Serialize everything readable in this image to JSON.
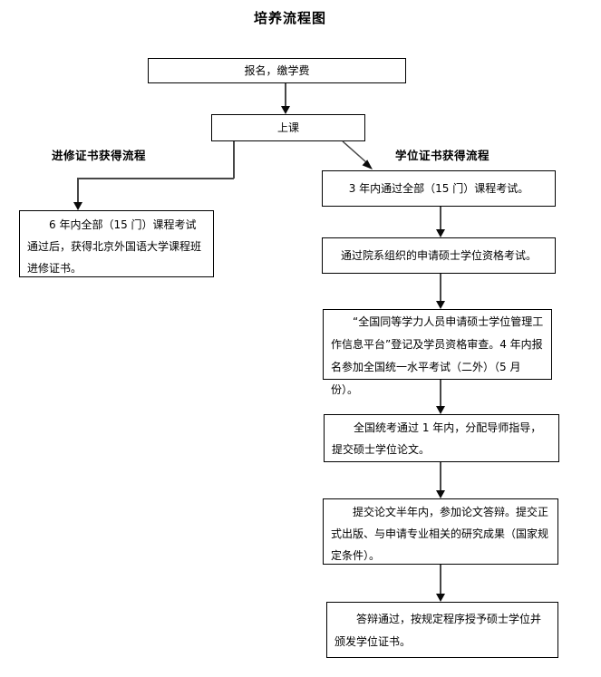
{
  "diagram": {
    "title": "培养流程图",
    "top_nodes": {
      "enroll": "报名，缴学费",
      "attend_class": "上课"
    },
    "branch_labels": {
      "left": "进修证书获得流程",
      "right": "学位证书获得流程"
    },
    "left_branch": {
      "cert_box": "6 年内全部（15 门）课程考试通过后，获得北京外国语大学课程班进修证书。"
    },
    "right_branch": {
      "steps": [
        "3 年内通过全部（15 门）课程考试。",
        "通过院系组织的申请硕士学位资格考试。",
        "“全国同等学力人员申请硕士学位管理工作信息平台”登记及学员资格审查。4 年内报名参加全国统一水平考试（二外）（5 月份）。",
        "全国统考通过 1 年内，分配导师指导，提交硕士学位论文。",
        "提交论文半年内，参加论文答辩。提交正式出版、与申请专业相关的研究成果（国家规定条件）。",
        "答辩通过，按规定程序授予硕士学位并颁发学位证书。"
      ]
    },
    "colors": {
      "line": "#474747",
      "arrowhead": "#0a0a0a",
      "border": "#000000",
      "background": "#ffffff"
    }
  }
}
